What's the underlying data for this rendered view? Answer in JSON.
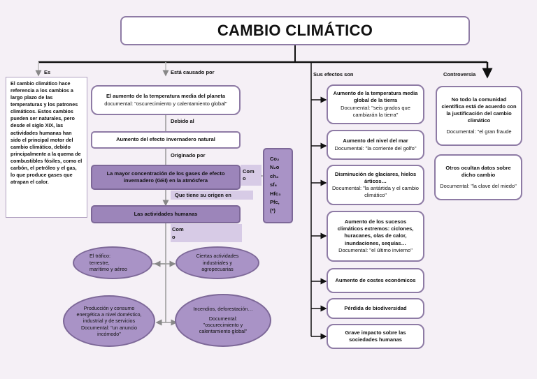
{
  "title": "CAMBIO CLIMÁTICO",
  "branches": {
    "es": "Es",
    "causado": "Está causado por",
    "efectos": "Sus efectos son",
    "controversia": "Controversia"
  },
  "definition": "El cambio climático hace referencia a los cambios a largo plazo de las temperaturas y los patrones climáticos. Estos cambios pueden ser naturales, pero desde el siglo XIX, las actividades humanas han sido el principal motor del cambio climático, debido principalmente a la quema de combustibles fósiles, como el carbón, el petróleo y el gas, lo que produce gases que atrapan el calor.",
  "causes": {
    "c1_title": "El aumento de la temperatura media del planeta",
    "c1_doc": "documental: \"oscurecimiento y calentamiento global\"",
    "link1": "Debido al",
    "c2": "Aumento del efecto invernadero natural",
    "link2": "Originado por",
    "c3": "La mayor concentración de los gases de efecto invernadero (GEI) en la atmósfera",
    "como1_a": "Com",
    "como1_b": "o",
    "link3": "Que tiene su origen en",
    "c4": "Las actividades humanas",
    "como2_a": "Com",
    "como2_b": "o",
    "gases": [
      "Co₂",
      "N₂o",
      "ch₄",
      "sf₆",
      "Hfc₃",
      "Pfc,",
      "(*)"
    ]
  },
  "activities": {
    "trafico": [
      "El tráfico:",
      "terrestre,",
      "marítimo y aéreo"
    ],
    "agro": [
      "Ciertas actividades",
      "industriales y",
      "agropecuarias"
    ],
    "produccion": [
      "Producción y consumo",
      "energética a nivel doméstico,",
      "industrial y de servicios",
      "Documental: \"un anuncio",
      "incómodo\""
    ],
    "incendios": [
      "Incendios, deforestación…",
      "",
      "Documental:",
      "\"oscurecimiento y",
      "calentamiento global\""
    ]
  },
  "effects": [
    {
      "title": "Aumento de la temperatura media global de la tierra",
      "doc": "Documental: \"seis grados que cambiarán la tierra\""
    },
    {
      "title": "Aumento del nivel del mar",
      "doc": "Documental: \"la corriente del golfo\""
    },
    {
      "title": "Disminución de glaciares, hielos árticos…",
      "doc": "Documental: \"la antártida y el cambio climático\""
    },
    {
      "title": "Aumento de los sucesos climáticos extremos: ciclones, huracanes, olas de calor, inundaciones, sequías…",
      "doc": "Documental: \"el último invierno\""
    },
    {
      "title": "Aumento de costes económicos",
      "doc": ""
    },
    {
      "title": "Pérdida de biodiversidad",
      "doc": ""
    },
    {
      "title": "Grave impacto sobre las sociedades humanas",
      "doc": ""
    }
  ],
  "controversy": [
    {
      "title": "No todo la comunidad científica está de acuerdo con la justificación del cambio climático",
      "doc": "Documental: \"el gran fraude"
    },
    {
      "title": "Otros ocultan datos sobre dicho cambio",
      "doc": "Documental: \"la clave del miedo\""
    }
  ]
}
